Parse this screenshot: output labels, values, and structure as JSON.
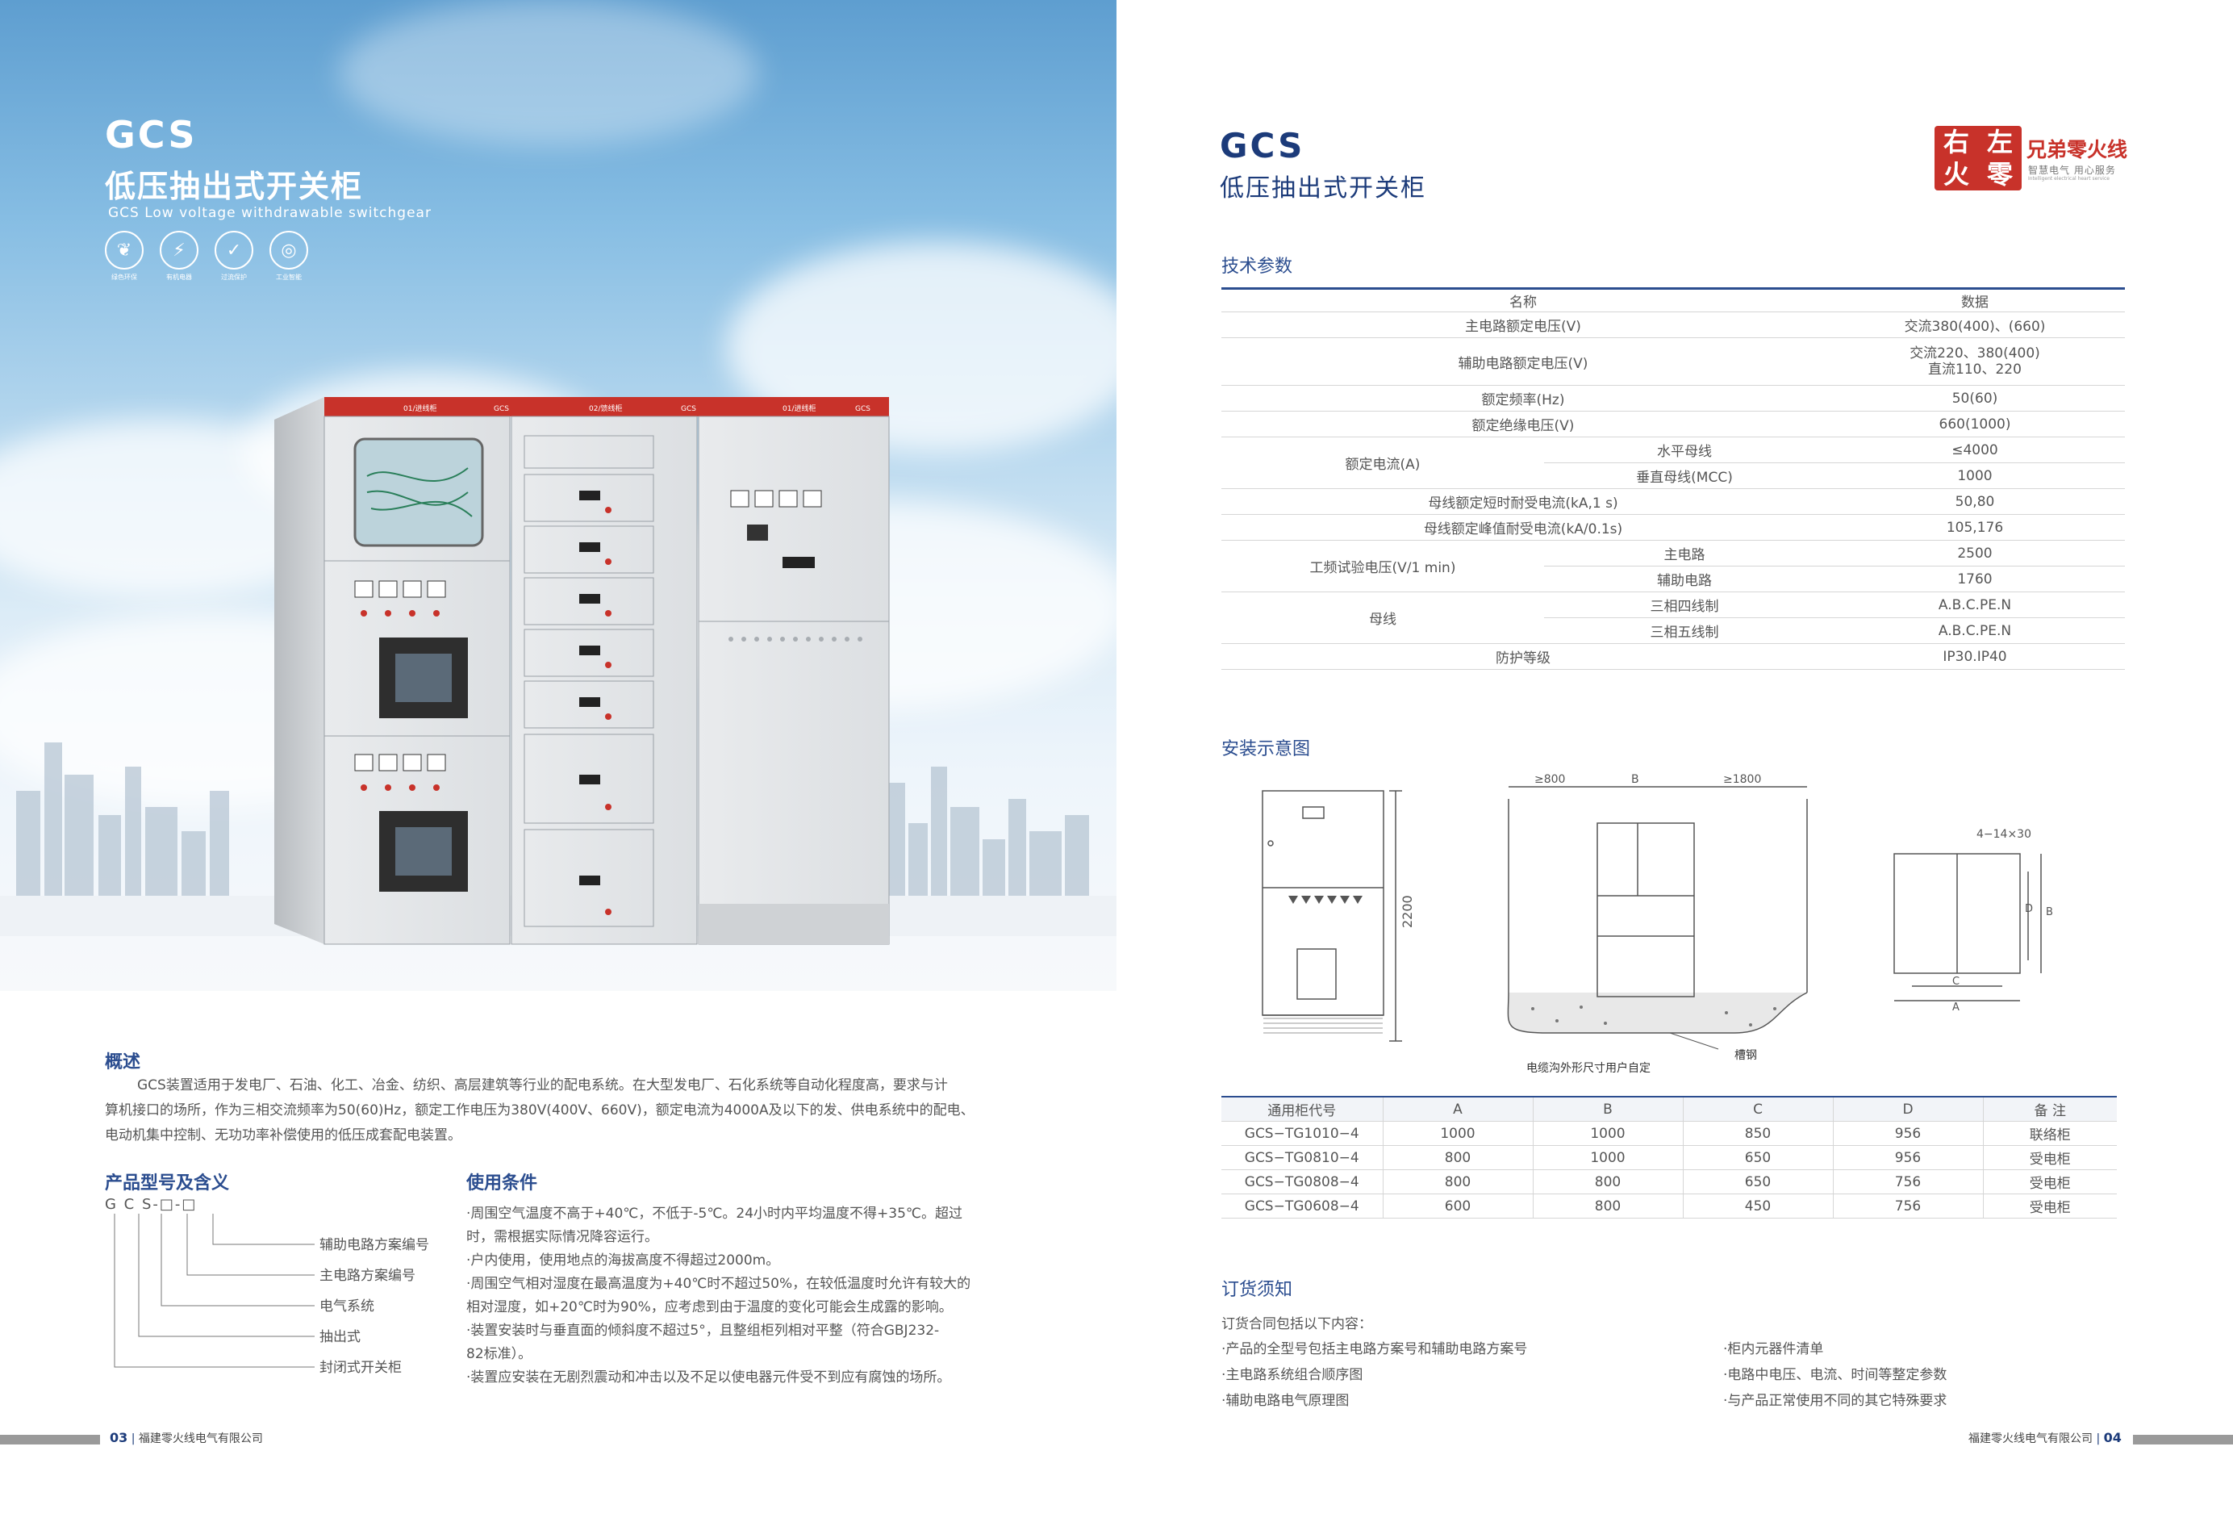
{
  "left": {
    "title": "GCS",
    "subtitle": "低压抽出式开关柜",
    "english": "GCS Low voltage withdrawable switchgear",
    "features": [
      {
        "icon": "leaf-hand-icon",
        "label": "绿色环保"
      },
      {
        "icon": "power-tower-icon",
        "label": "有机电器"
      },
      {
        "icon": "shield-check-icon",
        "label": "过流保护"
      },
      {
        "icon": "globe-icon",
        "label": "工业智能"
      }
    ],
    "cabinet": {
      "panel1_label": "01/进线柜",
      "panel1_code": "GCS",
      "panel2_label": "02/馈线柜",
      "panel2_code": "GCS",
      "panel3_label": "01/进线柜",
      "panel3_code": "GCS"
    },
    "overview": {
      "heading": "概述",
      "line1": "GCS装置适用于发电厂、石油、化工、冶金、纺织、高层建筑等行业的配电系统。在大型发电厂、石化系统等自动化程度高，要求与计",
      "line2": "算机接口的场所，作为三相交流频率为50(60)Hz，额定工作电压为380V(400V、660V)，额定电流为4000A及以下的发、供电系统中的配电、",
      "line3": "电动机集中控制、无功功率补偿使用的低压成套配电装置。"
    },
    "model": {
      "heading": "产品型号及含义",
      "code": "G  C  S-□-□",
      "items": [
        "辅助电路方案编号",
        "主电路方案编号",
        "电气系统",
        "抽出式",
        "封闭式开关柜"
      ]
    },
    "conditions": {
      "heading": "使用条件",
      "lines": [
        "·周围空气温度不高于+40℃，不低于-5℃。24小时内平均温度不得+35℃。超过",
        "  时，需根据实际情况降容运行。",
        "·户内使用，使用地点的海拔高度不得超过2000m。",
        "·周围空气相对湿度在最高温度为+40℃时不超过50%，在较低温度时允许有较大的",
        "  相对湿度，如+20℃时为90%，应考虑到由于温度的变化可能会生成露的影响。",
        "·装置安装时与垂直面的倾斜度不超过5°，且整组柜列相对平整（符合GBJ232-",
        "  82标准）。",
        "·装置应安装在无剧烈震动和冲击以及不足以使电器元件受不到应有腐蚀的场所。"
      ]
    },
    "footer": {
      "page": "03",
      "company": "福建零火线电气有限公司"
    }
  },
  "right": {
    "title": "GCS",
    "subtitle": "低压抽出式开关柜",
    "logo": {
      "seal_chars": [
        "右",
        "左",
        "火",
        "零"
      ],
      "brand": "兄弟零火线",
      "slogan": "智慧电气  用心服务",
      "slogan_en": "Intelligent electrical  heart service"
    },
    "params": {
      "heading": "技术参数",
      "col_name": "名称",
      "col_data": "数据",
      "rows": [
        {
          "name": "主电路额定电压(V)",
          "value": "交流380(400)、(660)"
        },
        {
          "name": "辅助电路额定电压(V)",
          "value": "交流220、380(400)",
          "value2": "直流110、220"
        },
        {
          "name": "额定频率(Hz)",
          "value": "50(60)"
        },
        {
          "name": "额定绝缘电压(V)",
          "value": "660(1000)"
        }
      ],
      "rated_current": {
        "group": "额定电流(A)",
        "sub": [
          {
            "name": "水平母线",
            "value": "≤4000"
          },
          {
            "name": "垂直母线(MCC)",
            "value": "1000"
          }
        ]
      },
      "mid_rows": [
        {
          "name": "母线额定短时耐受电流(kA,1 s)",
          "value": "50,80"
        },
        {
          "name": "母线额定峰值耐受电流(kA/0.1s)",
          "value": "105,176"
        }
      ],
      "test_voltage": {
        "group": "工频试验电压(V/1 min)",
        "sub": [
          {
            "name": "主电路",
            "value": "2500"
          },
          {
            "name": "辅助电路",
            "value": "1760"
          }
        ]
      },
      "busbar": {
        "group": "母线",
        "sub": [
          {
            "name": "三相四线制",
            "value": "A.B.C.PE.N"
          },
          {
            "name": "三相五线制",
            "value": "A.B.C.PE.N"
          }
        ]
      },
      "protection": {
        "name": "防护等级",
        "value": "IP30.IP40"
      }
    },
    "install": {
      "heading": "安装示意图",
      "dim_2200": "2200",
      "dim_800": "≥800",
      "dim_b": "B",
      "dim_1800": "≥1800",
      "cable_note": "电缆沟外形尺寸用户自定",
      "channel_note": "槽钢",
      "hole_note": "4−14×30",
      "dim_c": "C",
      "dim_a": "A",
      "dim_d": "D",
      "dim_b2": "B"
    },
    "order_table": {
      "headers": [
        "通用柜代号",
        "A",
        "B",
        "C",
        "D",
        "备 注"
      ],
      "rows": [
        [
          "GCS−TG1010−4",
          "1000",
          "1000",
          "850",
          "956",
          "联络柜"
        ],
        [
          "GCS−TG0810−4",
          "800",
          "1000",
          "650",
          "956",
          "受电柜"
        ],
        [
          "GCS−TG0808−4",
          "800",
          "800",
          "650",
          "756",
          "受电柜"
        ],
        [
          "GCS−TG0608−4",
          "600",
          "800",
          "450",
          "756",
          "受电柜"
        ]
      ]
    },
    "ordering": {
      "heading": "订货须知",
      "intro": "订货合同包括以下内容：",
      "left": [
        "·产品的全型号包括主电路方案号和辅助电路方案号",
        "·主电路系统组合顺序图",
        "·辅助电路电气原理图"
      ],
      "right": [
        "·柜内元器件清单",
        "·电路中电压、电流、时间等整定参数",
        "·与产品正常使用不同的其它特殊要求"
      ]
    },
    "footer": {
      "company": "福建零火线电气有限公司",
      "page": "04"
    }
  }
}
